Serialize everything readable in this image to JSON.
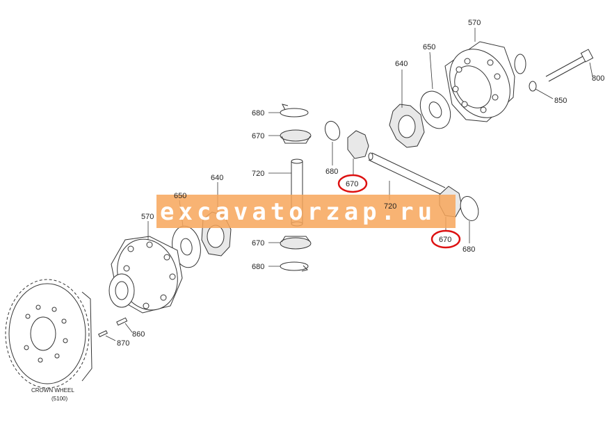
{
  "labels": {
    "l570a": "570",
    "l650a": "650",
    "l640a": "640",
    "l800": "800",
    "l850": "850",
    "l680a": "680",
    "l670a": "670",
    "l720a": "720",
    "l680b": "680",
    "l670b": "670",
    "l720b": "720",
    "l670c": "670",
    "l680c": "680",
    "l650b": "650",
    "l640b": "640",
    "l570b": "570",
    "l670d": "670",
    "l680d": "680",
    "l860": "860",
    "l870": "870"
  },
  "highlighted_callouts": [
    "670",
    "670"
  ],
  "highlight_color": "#d11111",
  "watermark": {
    "text": "excavatorzap.ru",
    "band_color": "#f7a65a"
  },
  "crown_wheel": {
    "caption": "CROWN WHEEL",
    "ref": "(5100)"
  }
}
